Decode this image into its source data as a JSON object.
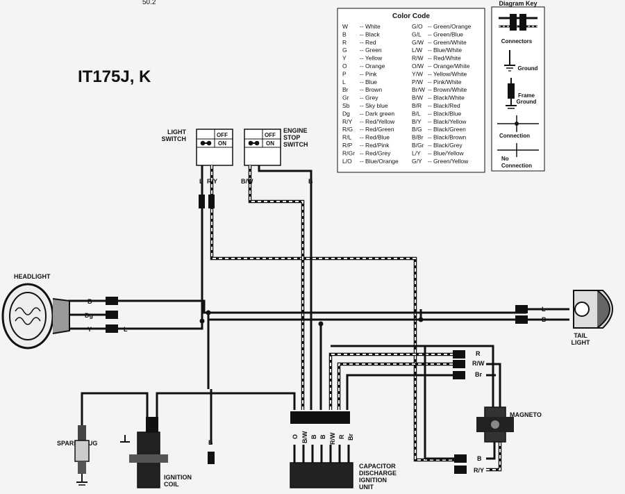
{
  "page_top_text": "50.2",
  "title": "IT175J, K",
  "color_code": {
    "heading": "Color Code",
    "left": [
      [
        "W",
        "-- White"
      ],
      [
        "B",
        "-- Black"
      ],
      [
        "R",
        "-- Red"
      ],
      [
        "G",
        "-- Green"
      ],
      [
        "Y",
        "-- Yellow"
      ],
      [
        "O",
        "-- Orange"
      ],
      [
        "P",
        "-- Pink"
      ],
      [
        "L",
        "-- Blue"
      ],
      [
        "Br",
        "-- Brown"
      ],
      [
        "Gr",
        "-- Grey"
      ],
      [
        "Sb",
        "-- Sky blue"
      ],
      [
        "Dg",
        "-- Dark green"
      ],
      [
        "R/Y",
        "-- Red/Yellow"
      ],
      [
        "R/G",
        "-- Red/Green"
      ],
      [
        "R/L",
        "-- Red/Blue"
      ],
      [
        "R/P",
        "-- Red/Pink"
      ],
      [
        "R/Gr",
        "-- Red/Grey"
      ],
      [
        "L/O",
        "-- Blue/Orange"
      ]
    ],
    "right": [
      [
        "G/O",
        "-- Green/Orange"
      ],
      [
        "G/L",
        "-- Green/Blue"
      ],
      [
        "G/W",
        "-- Green/White"
      ],
      [
        "L/W",
        "-- Blue/White"
      ],
      [
        "R/W",
        "-- Red/White"
      ],
      [
        "O/W",
        "-- Orange/White"
      ],
      [
        "Y/W",
        "-- Yellow/White"
      ],
      [
        "P/W",
        "-- Pink/White"
      ],
      [
        "Br/W",
        "-- Brown/White"
      ],
      [
        "B/W",
        "-- Black/White"
      ],
      [
        "B/R",
        "-- Black/Red"
      ],
      [
        "B/L",
        "-- Black/Blue"
      ],
      [
        "B/Y",
        "-- Black/Yellow"
      ],
      [
        "B/G",
        "-- Black/Green"
      ],
      [
        "B/Br",
        "-- Black/Brown"
      ],
      [
        "B/Gr",
        "-- Black/Grey"
      ],
      [
        "L/Y",
        "-- Blue/Yellow"
      ],
      [
        "G/Y",
        "-- Green/Yellow"
      ]
    ]
  },
  "diagram_key": {
    "heading": "Diagram Key",
    "connectors": "Connectors",
    "ground": "Ground",
    "frame_ground_1": "Frame",
    "frame_ground_2": "Ground",
    "connection": "Connection",
    "no_connection_1": "No",
    "no_connection_2": "Connection"
  },
  "components": {
    "light_switch_1": "LIGHT",
    "light_switch_2": "SWITCH",
    "switch_off": "OFF",
    "switch_on": "ON",
    "engine_stop_1": "ENGINE",
    "engine_stop_2": "STOP",
    "engine_stop_3": "SWITCH",
    "headlight": "HEADLIGHT",
    "tail_light_1": "TAIL",
    "tail_light_2": "LIGHT",
    "magneto": "MAGNETO",
    "spark_plug": "SPARK PLUG",
    "ignition_coil_1": "IGNITION",
    "ignition_coil_2": "COIL",
    "cdi_1": "CAPACITOR",
    "cdi_2": "DISCHARGE",
    "cdi_3": "IGNITION",
    "cdi_4": "UNIT"
  },
  "wire_labels": {
    "ls_l": "L",
    "ls_ry": "R/Y",
    "es_bw": "B/W",
    "es_b": "B",
    "hl_b": "B",
    "hl_dg": "Dg",
    "hl_y": "Y",
    "hl_l": "L",
    "tl_l": "L",
    "tl_b": "B",
    "mg_r": "R",
    "mg_rw": "R/W",
    "mg_br": "Br",
    "mg_b": "B",
    "mg_ry": "R/Y",
    "coil_b": "B",
    "cdi_o": "O",
    "cdi_bw": "B/W",
    "cdi_b1": "B",
    "cdi_b2": "B",
    "cdi_rw": "R/W",
    "cdi_r": "R",
    "cdi_br": "Br"
  }
}
